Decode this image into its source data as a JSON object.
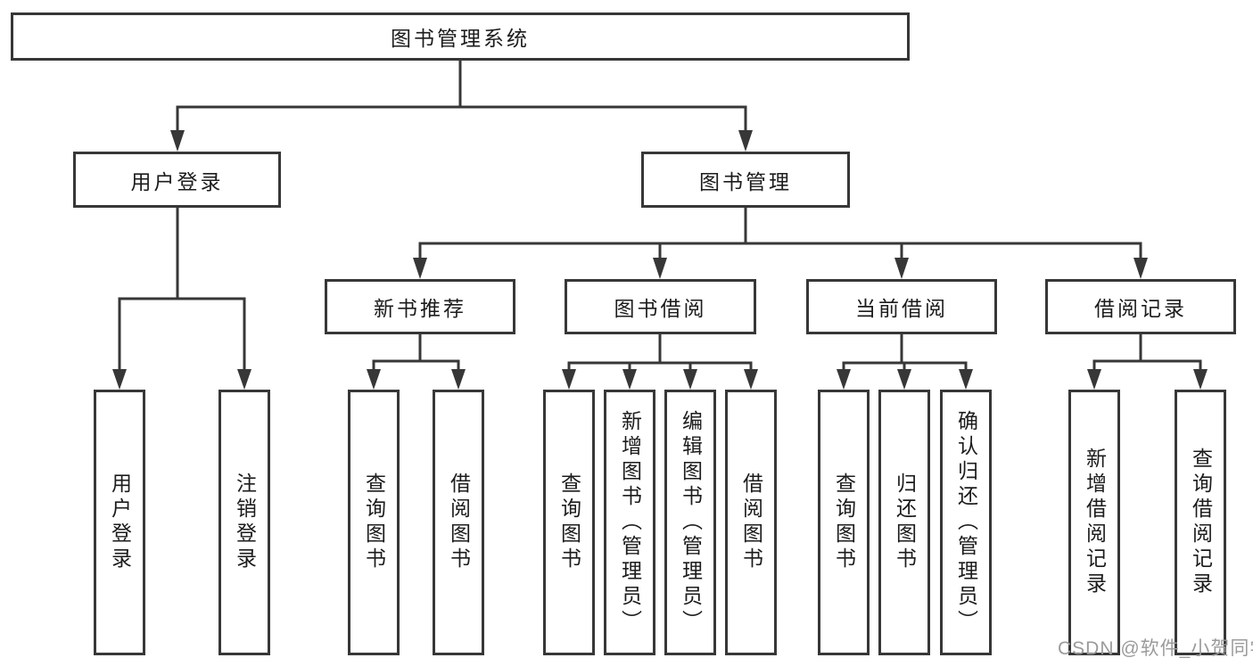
{
  "diagram": {
    "root": "图书管理系统",
    "branches": [
      {
        "id": "user-login",
        "label": "用户登录",
        "leaves": [
          "用户登录",
          "注销登录"
        ]
      },
      {
        "id": "book-management",
        "label": "图书管理",
        "sections": [
          {
            "id": "new-book-recommend",
            "label": "新书推荐",
            "leaves": [
              "查询图书",
              "借阅图书"
            ]
          },
          {
            "id": "book-borrow",
            "label": "图书借阅",
            "leaves": [
              "查询图书",
              "新增图书（管理员）",
              "编辑图书（管理员）",
              "借阅图书"
            ]
          },
          {
            "id": "current-borrow",
            "label": "当前借阅",
            "leaves": [
              "查询图书",
              "归还图书",
              "确认归还（管理员）"
            ]
          },
          {
            "id": "borrow-record",
            "label": "借阅记录",
            "leaves": [
              "新增借阅记录",
              "查询借阅记录"
            ]
          }
        ]
      }
    ]
  },
  "colors": {
    "line": "#373737",
    "text": "#1c1c1c",
    "watermark": "#9b9b9b"
  },
  "watermark": "CSDN @软件_小贺同学"
}
